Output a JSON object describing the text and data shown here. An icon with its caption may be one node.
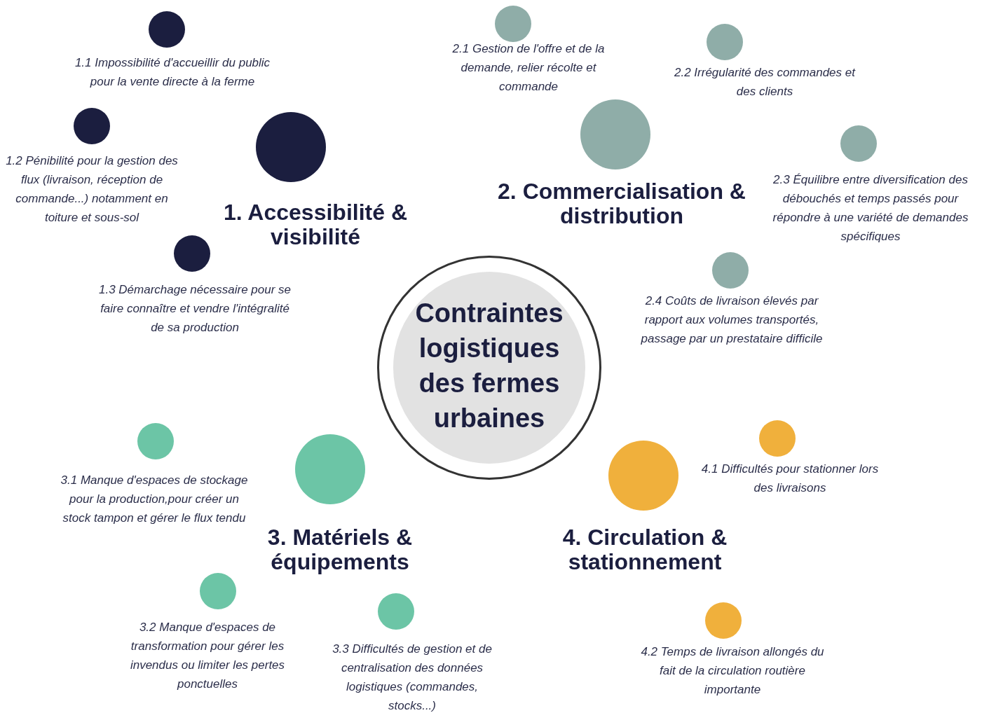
{
  "diagram": {
    "nodes": [
      {
        "text": [
          "Contraintes logistiques des fermes urbaines"
        ]
      },
      {
        "text": [
          "1. Accessibilité & visibilité"
        ]
      },
      {
        "text": [
          "1.1 Impossibilité d'accueillir du public pour la vente directe à la ferme"
        ]
      },
      {
        "text": [
          "1.2 Pénibilité pour la gestion des flux (livraison, réception de commande...) notamment en toiture et sous-sol"
        ]
      },
      {
        "text": [
          "1.3 Démarchage nécessaire pour se faire connaître et vendre l'intégralité de sa production"
        ]
      },
      {
        "text": [
          "2. Commercialisation & distribution"
        ]
      },
      {
        "text": [
          "2.1 Gestion de l'offre et de la demande, relier récolte et commande"
        ]
      },
      {
        "text": [
          "2.2 Irrégularité des commandes et des clients"
        ]
      },
      {
        "text": [
          "2.3 Équilibre entre diversification des débouchés et temps passés pour répondre à une variété de demandes spécifiques"
        ]
      },
      {
        "text": [
          "2.4 Coûts de livraison élevés par rapport aux volumes transportés, passage par un prestataire difficile"
        ]
      },
      {
        "text": [
          "3. Matériels & équipements"
        ]
      },
      {
        "text": [
          "3.1 Manque d'espaces de stockage pour la production,pour créer un stock tampon et gérer le flux tendu"
        ]
      },
      {
        "text": [
          "3.2 Manque d'espaces de transformation pour gérer les invendus ou limiter les pertes ponctuelles"
        ]
      },
      {
        "text": [
          "3.3 Difficultés de gestion et de centralisation des données logistiques (commandes, stocks...)"
        ]
      },
      {
        "text": [
          "4. Circulation & stationnement"
        ]
      },
      {
        "text": [
          "4.1 Difficultés pour stationner lors des livraisons"
        ]
      },
      {
        "text": [
          "4.2 Temps de livraison allongés du fait de la circulation routière importante"
        ]
      }
    ]
  }
}
